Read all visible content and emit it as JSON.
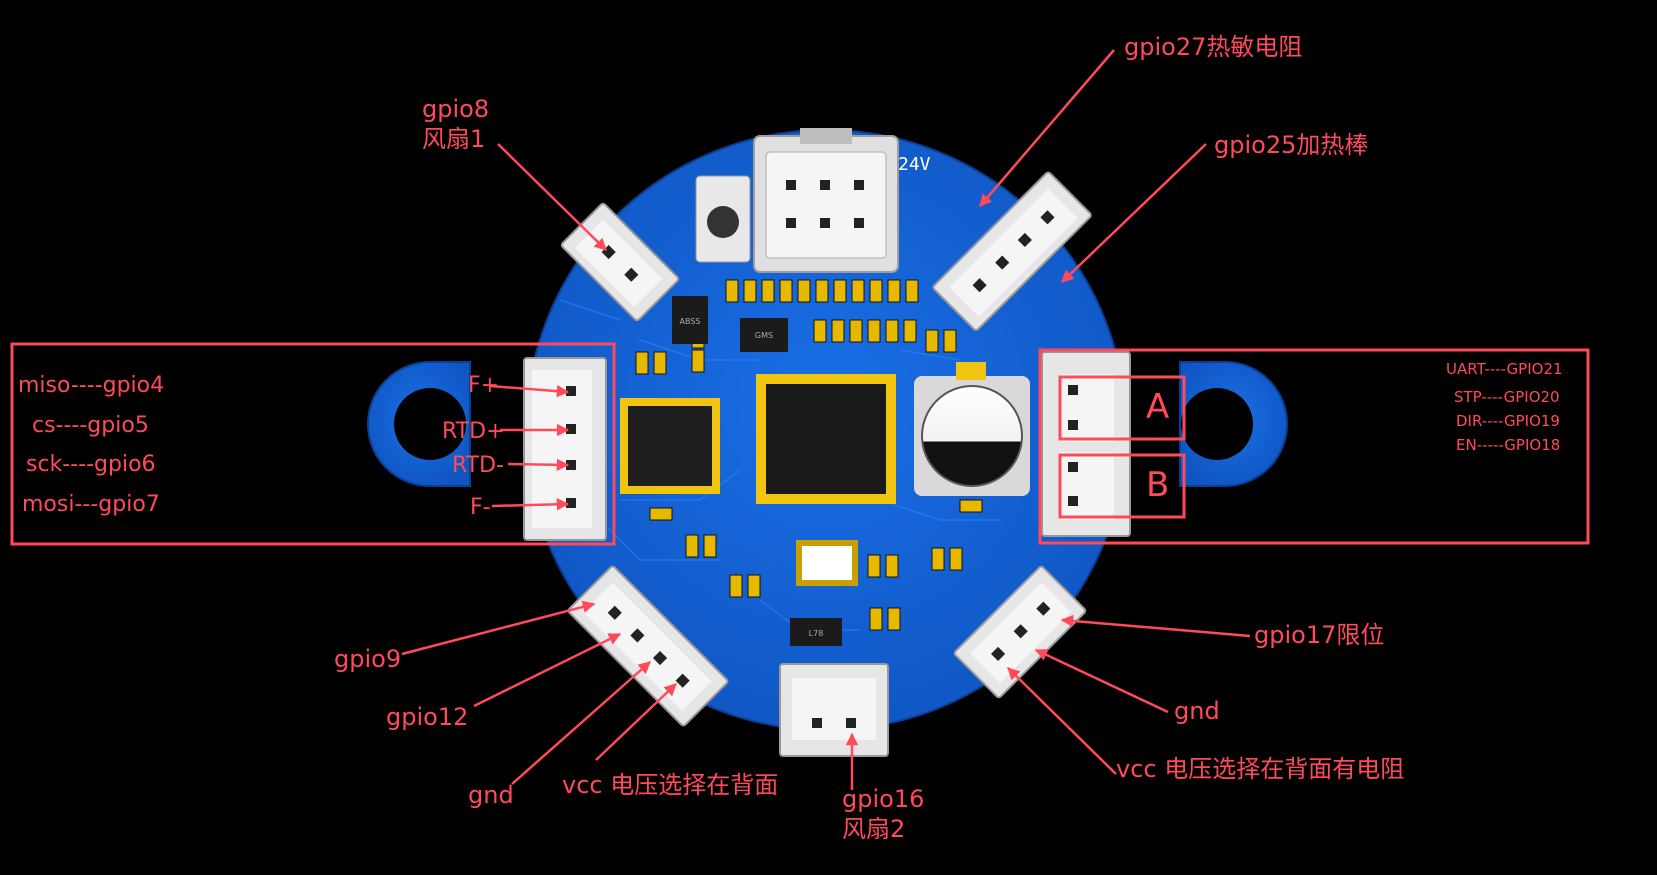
{
  "board": {
    "silkscreen_voltage": "24V",
    "ic_marks": [
      "ABSS",
      "GMS",
      "L78"
    ]
  },
  "labels": {
    "gpio27": "gpio27热敏电阻",
    "gpio25": "gpio25加热棒",
    "gpio8": "gpio8",
    "fan1": "风扇1",
    "miso": "miso----gpio4",
    "cs": "cs----gpio5",
    "sck": "sck----gpio6",
    "mosi": "mosi---gpio7",
    "f_plus": "F+",
    "rtd_plus": "RTD+",
    "rtd_minus": "RTD-",
    "f_minus": "F-",
    "uart": "UART----GPIO21",
    "stp": "STP----GPIO20",
    "dir": "DIR----GPIO19",
    "en": "EN-----GPIO18",
    "motor_a": "A",
    "motor_b": "B",
    "gpio9": "gpio9",
    "gpio12": "gpio12",
    "gnd_left": "gnd",
    "vcc_left": "vcc 电压选择在背面",
    "gpio16": "gpio16",
    "fan2": "风扇2",
    "gpio17": "gpio17限位",
    "gnd_right": "gnd",
    "vcc_right": "vcc 电压选择在背面有电阻"
  },
  "colors": {
    "background": "#000000",
    "pcb": "#1565d8",
    "annotation": "#ff4a5a",
    "connector": "#e8e8e8"
  }
}
